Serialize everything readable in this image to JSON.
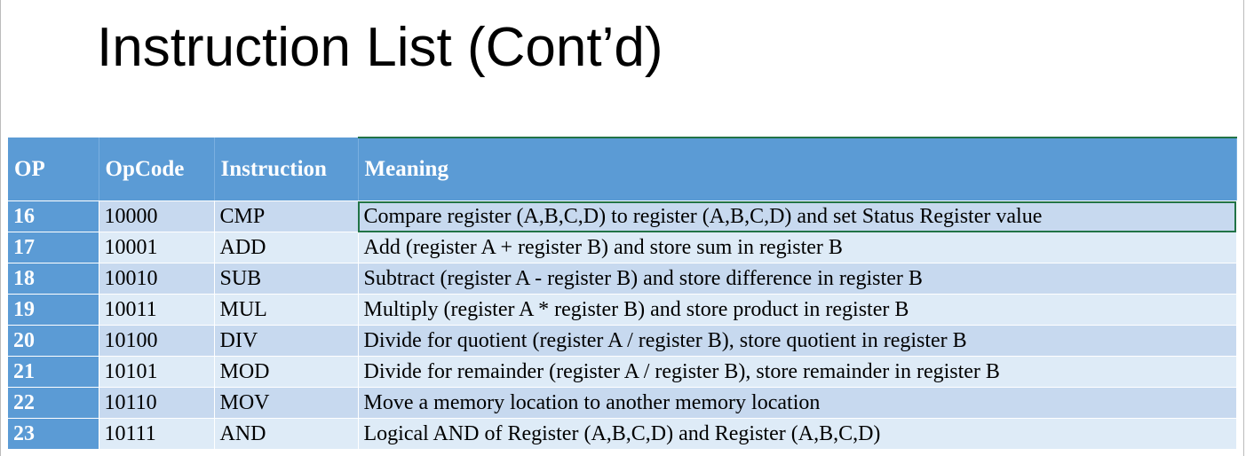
{
  "slide": {
    "title": "Instruction List (Cont’d)"
  },
  "table": {
    "headers": {
      "op": "OP",
      "opcode": "OpCode",
      "instruction": "Instruction",
      "meaning": "Meaning"
    },
    "rows": [
      {
        "op": "16",
        "opcode": "10000",
        "instruction": "CMP",
        "meaning": "Compare register (A,B,C,D) to register (A,B,C,D) and set Status Register value"
      },
      {
        "op": "17",
        "opcode": "10001",
        "instruction": "ADD",
        "meaning": "Add (register A + register B) and store sum in register B"
      },
      {
        "op": "18",
        "opcode": "10010",
        "instruction": "SUB",
        "meaning": "Subtract (register A - register B) and store difference in register B"
      },
      {
        "op": "19",
        "opcode": "10011",
        "instruction": "MUL",
        "meaning": "Multiply (register A * register B) and store product in register B"
      },
      {
        "op": "20",
        "opcode": "10100",
        "instruction": "DIV",
        "meaning": "Divide for quotient (register A / register B), store quotient in register B"
      },
      {
        "op": "21",
        "opcode": "10101",
        "instruction": "MOD",
        "meaning": "Divide for remainder (register A / register B), store remainder in register B"
      },
      {
        "op": "22",
        "opcode": "10110",
        "instruction": "MOV",
        "meaning": "Move a memory location to another memory location"
      },
      {
        "op": "23",
        "opcode": "10111",
        "instruction": "AND",
        "meaning": "Logical AND of Register (A,B,C,D) and Register (A,B,C,D)"
      }
    ]
  },
  "colors": {
    "header_fill": "#5b9bd5",
    "row_band_dark": "#c7d9ef",
    "row_band_light": "#deebf7",
    "selection_border": "#217346"
  }
}
